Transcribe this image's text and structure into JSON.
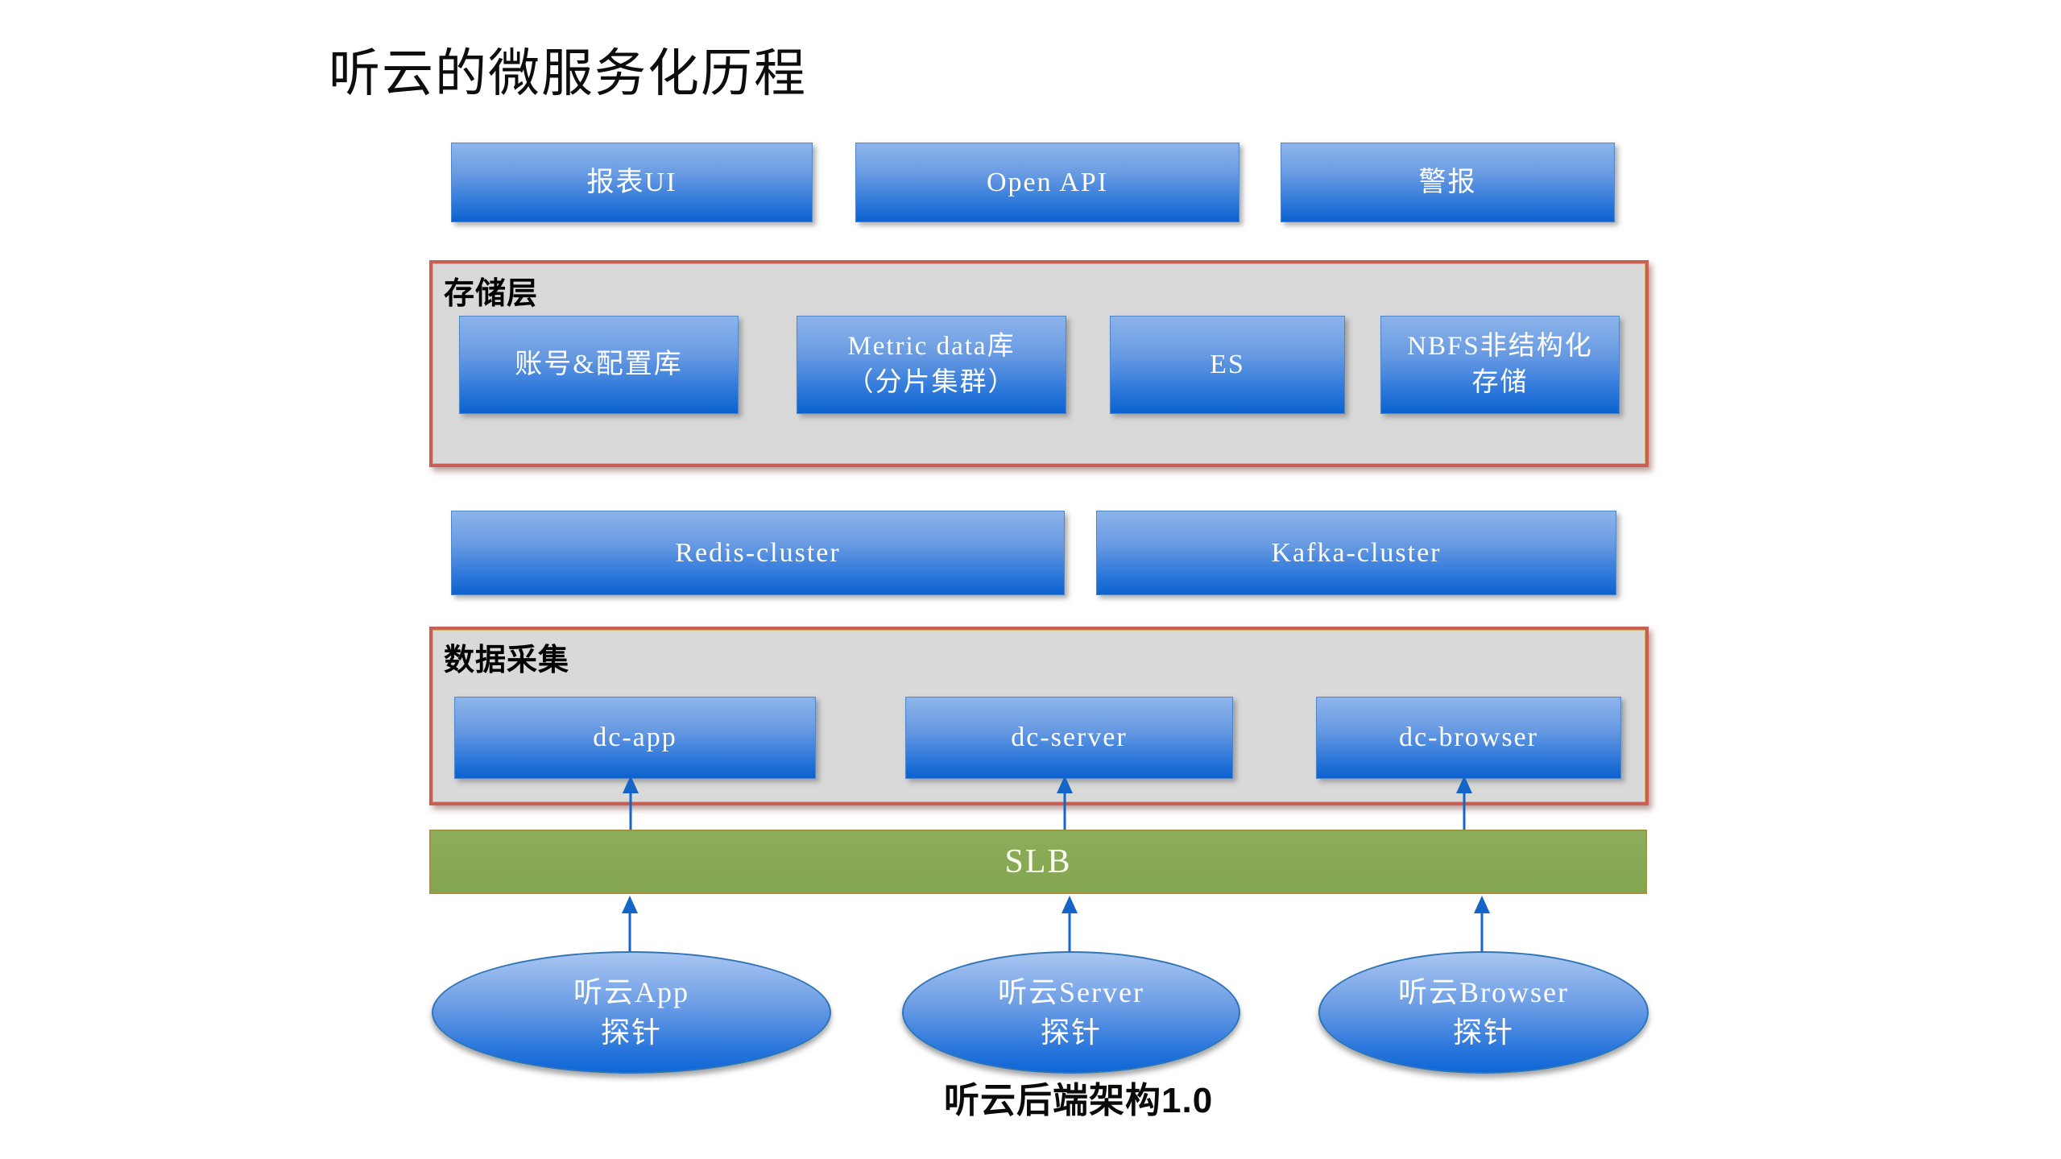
{
  "title": "听云的微服务化历程",
  "caption": "听云后端架构1.0",
  "colors": {
    "node_blue_top": "#8DB4EB",
    "node_blue_bottom": "#0C62D0",
    "node_border": "#4E86C6",
    "container_fill": "#D9D9D9",
    "container_border": "#C95E55",
    "slb_green": "#87A956",
    "slb_border": "#A3923E",
    "arrow": "#1565C8",
    "text_on_node": "#FFFFFF"
  },
  "top_row": {
    "report_ui": "报表UI",
    "open_api": "Open API",
    "alert": "警报"
  },
  "storage_layer": {
    "label": "存储层",
    "boxes": [
      {
        "label": "账号&配置库"
      },
      {
        "line1": "Metric data库",
        "line2": "（分片集群）"
      },
      {
        "label": "ES"
      },
      {
        "line1": "NBFS非结构化",
        "line2": "存储"
      }
    ]
  },
  "middle_row": {
    "redis": "Redis-cluster",
    "kafka": "Kafka-cluster"
  },
  "data_collection": {
    "label": "数据采集",
    "boxes": [
      {
        "label": "dc-app"
      },
      {
        "label": "dc-server"
      },
      {
        "label": "dc-browser"
      }
    ]
  },
  "slb": {
    "label": "SLB"
  },
  "probes": [
    {
      "line1": "听云App",
      "line2": "探针"
    },
    {
      "line1": "听云Server",
      "line2": "探针"
    },
    {
      "line1": "听云Browser",
      "line2": "探针"
    }
  ]
}
